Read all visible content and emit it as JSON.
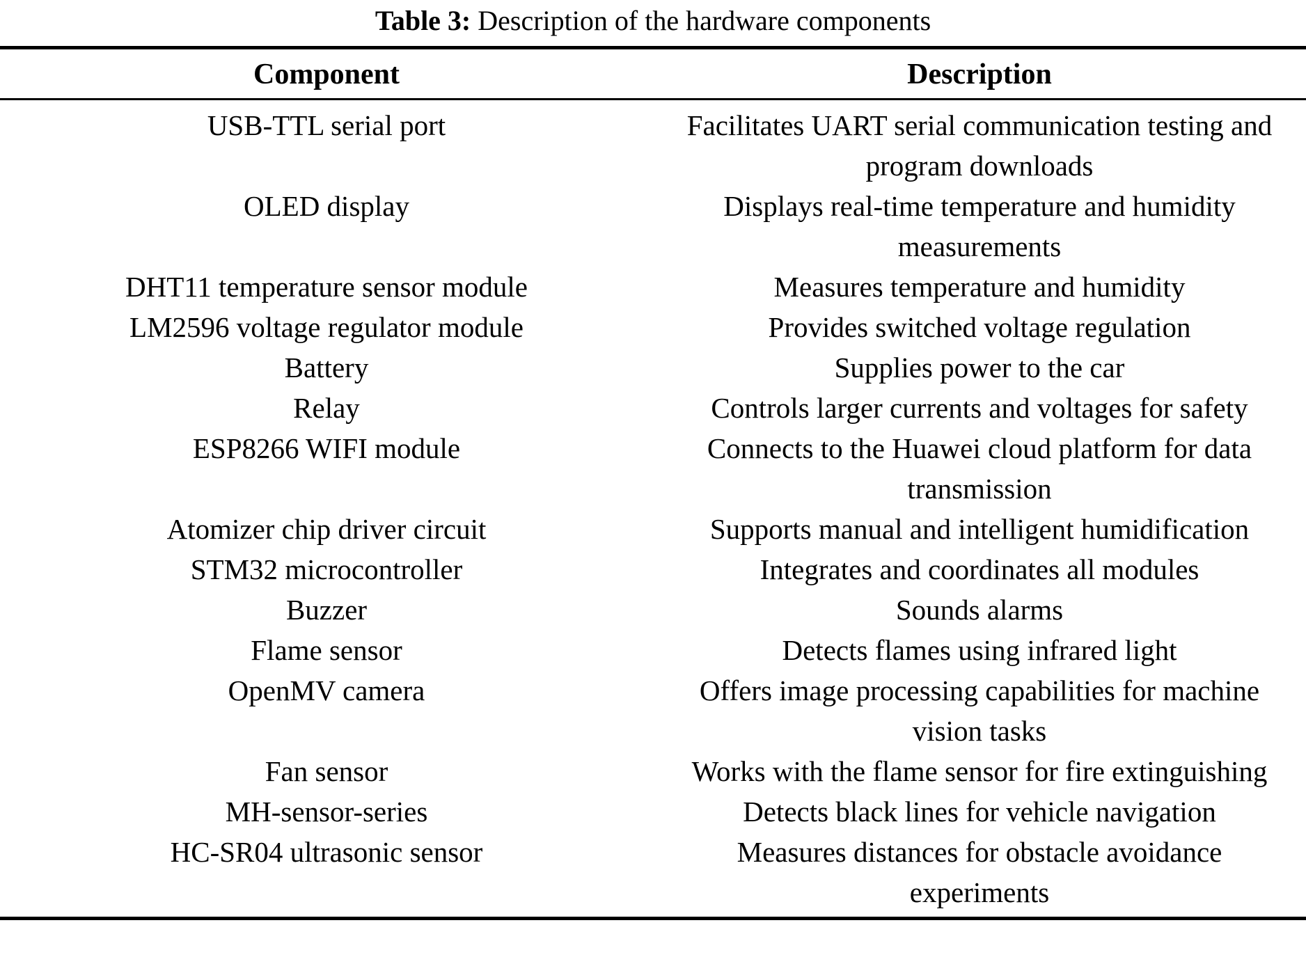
{
  "page": {
    "background_color": "#ffffff",
    "text_color": "#000000"
  },
  "caption": {
    "label": "Table 3:",
    "text": " Description of the hardware components"
  },
  "table": {
    "headers": {
      "component": "Component",
      "description": "Description"
    },
    "rows": [
      {
        "component": "USB-TTL serial port",
        "description": "Facilitates UART serial communication testing and program downloads"
      },
      {
        "component": "OLED display",
        "description": "Displays real-time temperature and humidity measurements"
      },
      {
        "component": "DHT11 temperature sensor module",
        "description": "Measures temperature and humidity"
      },
      {
        "component": "LM2596 voltage regulator module",
        "description": "Provides switched voltage regulation"
      },
      {
        "component": "Battery",
        "description": "Supplies power to the car"
      },
      {
        "component": "Relay",
        "description": "Controls larger currents and voltages for safety"
      },
      {
        "component": "ESP8266 WIFI module",
        "description": "Connects to the Huawei cloud platform for data transmission"
      },
      {
        "component": "Atomizer chip driver circuit",
        "description": "Supports manual and intelligent humidification"
      },
      {
        "component": "STM32 microcontroller",
        "description": "Integrates and coordinates all modules"
      },
      {
        "component": "Buzzer",
        "description": "Sounds alarms"
      },
      {
        "component": "Flame sensor",
        "description": "Detects flames using infrared light"
      },
      {
        "component": "OpenMV camera",
        "description": "Offers image processing capabilities for machine vision tasks"
      },
      {
        "component": "Fan sensor",
        "description": "Works with the flame sensor for fire extinguishing"
      },
      {
        "component": "MH-sensor-series",
        "description": "Detects black lines for vehicle navigation"
      },
      {
        "component": "HC-SR04 ultrasonic sensor",
        "description": "Measures distances for obstacle avoidance experiments"
      }
    ]
  }
}
